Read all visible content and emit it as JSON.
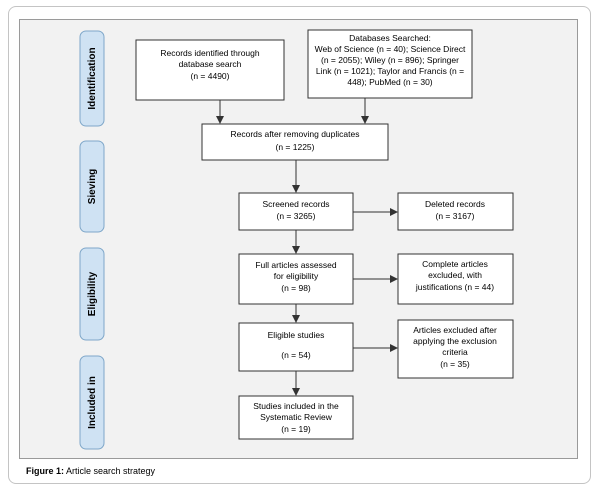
{
  "stages": [
    {
      "label": "Identification"
    },
    {
      "label": "Sieving"
    },
    {
      "label": "Eligibility"
    },
    {
      "label": "Included in"
    }
  ],
  "boxes": {
    "records_identified": [
      "Records identified through",
      "database search",
      "(n = 4490)"
    ],
    "databases_searched": [
      "Databases Searched:",
      "Web of Science (n = 40); Science Direct",
      "(n = 2055); Wiley (n = 896); Springer",
      "Link (n = 1021); Taylor and Francis (n =",
      "448); PubMed (n = 30)"
    ],
    "after_duplicates": [
      "Records after removing duplicates",
      "(n = 1225)"
    ],
    "screened": [
      "Screened records",
      "(n = 3265)"
    ],
    "deleted": [
      "Deleted records",
      "(n = 3167)"
    ],
    "full_articles": [
      "Full articles assessed",
      "for eligibility",
      "(n = 98)"
    ],
    "complete_excluded": [
      "Complete articles",
      "excluded, with",
      "justifications (n = 44)"
    ],
    "eligible": [
      "Eligible studies",
      "(n = 54)"
    ],
    "articles_excluded": [
      "Articles excluded after",
      "applying the exclusion",
      "criteria",
      "(n = 35)"
    ],
    "included": [
      "Studies included in the",
      "Systematic Review",
      "(n = 19)"
    ]
  },
  "caption": {
    "label": "Figure 1:",
    "text": " Article search strategy"
  },
  "colors": {
    "stage_fill": "#cfe2f3",
    "stage_border": "#7fa7c9",
    "box_border": "#333333",
    "arrow": "#333333"
  }
}
